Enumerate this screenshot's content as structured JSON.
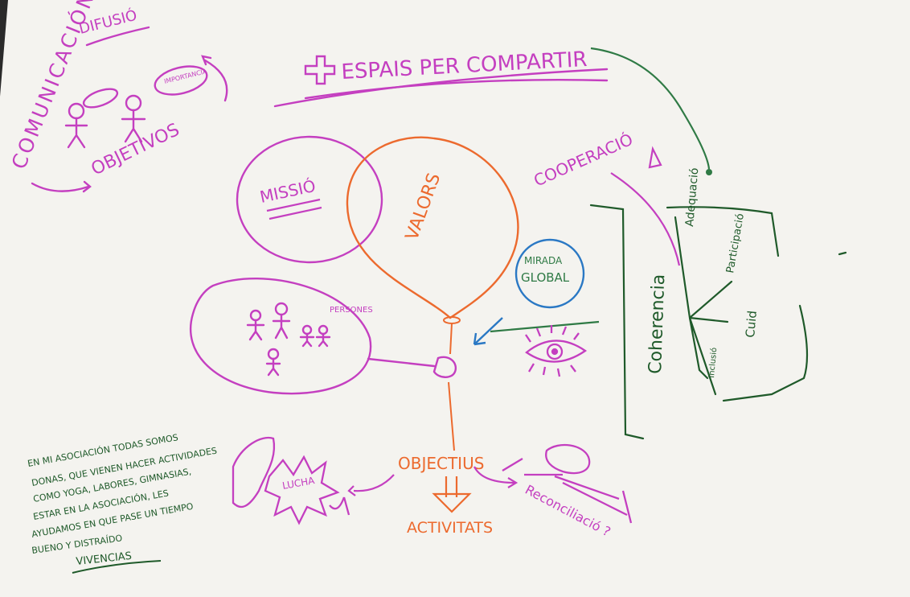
{
  "labels": {
    "difusio": "DIFUSIÓ",
    "comunicacion": "COMUNICACIÓN",
    "objetivos": "OBJETIVOS",
    "importancia": "IMPORTANCIA",
    "espais": "ESPAIS PER COMPARTIR",
    "missio": "MISSIÓ",
    "valors": "VALORS",
    "cooperacio": "COOPERACIÓ",
    "mirada": "MIRADA",
    "global": "GLOBAL",
    "persones": "PERSONES",
    "coherencia": "Coherencia",
    "adequacio": "Adequació",
    "participacio": "Participació",
    "cuid": "Cuid",
    "inclusio": "Inclusió",
    "objectius": "OBJECTIUS",
    "activitats": "ACTIVITATS",
    "lucha": "LUCHA",
    "reconciliacio": "Reconciliació ?"
  },
  "note": {
    "lines": [
      "EN MI ASOCIACIÓN TODAS SOMOS",
      "DONAS, QUE VIENEN HACER ACTIVIDADES",
      "COMO YOGA, LABORES, GIMNASIAS,",
      "ESTAR EN LA ASOCIACIÓN, LES",
      "AYUDAMOS EN QUE PASE UN TIEMPO",
      "BUENO Y DISTRAÍDO",
      "VIVENCIAS"
    ]
  },
  "colors": {
    "paper": "#f4f3ef",
    "magenta": "#c43fc0",
    "orange": "#ec6a2e",
    "green": "#2f7a45",
    "blue": "#2a78c4",
    "dark_green": "#1f5a2a"
  }
}
